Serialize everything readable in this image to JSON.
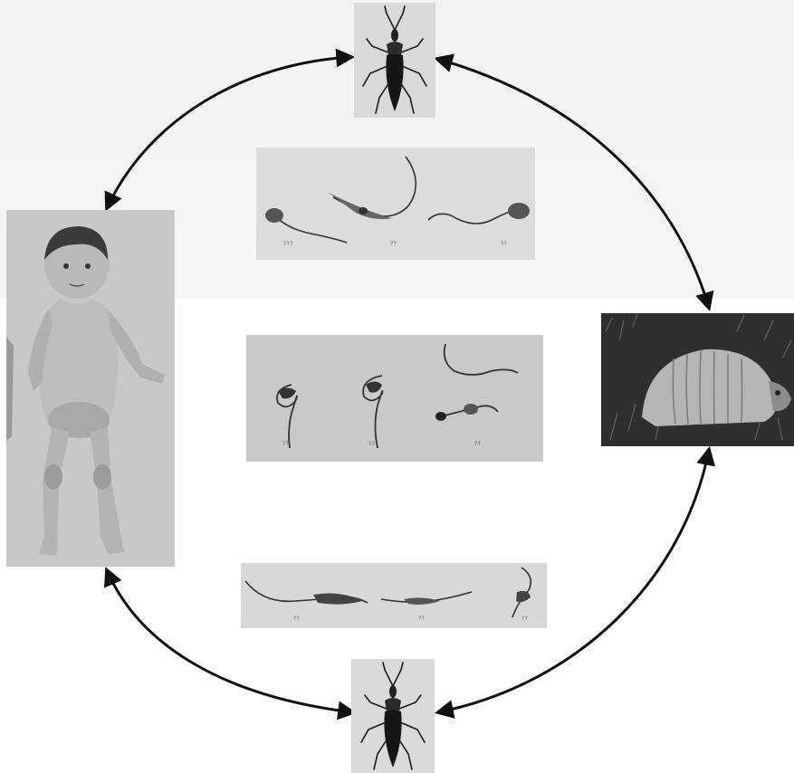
{
  "diagram": {
    "nodes": [
      {
        "id": "triatomine-bug-top",
        "kind": "photo"
      },
      {
        "id": "armadillo",
        "kind": "photo"
      },
      {
        "id": "triatomine-bug-bottom",
        "kind": "photo"
      },
      {
        "id": "child-patient",
        "kind": "photo"
      }
    ],
    "edges": [
      {
        "from": "triatomine-bug-top",
        "to": "armadillo",
        "direction": "both"
      },
      {
        "from": "armadillo",
        "to": "triatomine-bug-bottom",
        "direction": "both"
      },
      {
        "from": "triatomine-bug-bottom",
        "to": "child-patient",
        "direction": "both"
      },
      {
        "from": "child-patient",
        "to": "triatomine-bug-top",
        "direction": "both"
      }
    ],
    "inner_panels": [
      {
        "id": "parasite-panel-1",
        "labels": [
          "???",
          "??",
          "??"
        ]
      },
      {
        "id": "parasite-panel-2",
        "labels": [
          "??",
          "??",
          "??"
        ]
      },
      {
        "id": "parasite-panel-3",
        "labels": [
          "??",
          "??",
          "??"
        ]
      }
    ]
  },
  "colors": {
    "arrow": "#111111",
    "photo_bg": "#d6d6d6"
  }
}
